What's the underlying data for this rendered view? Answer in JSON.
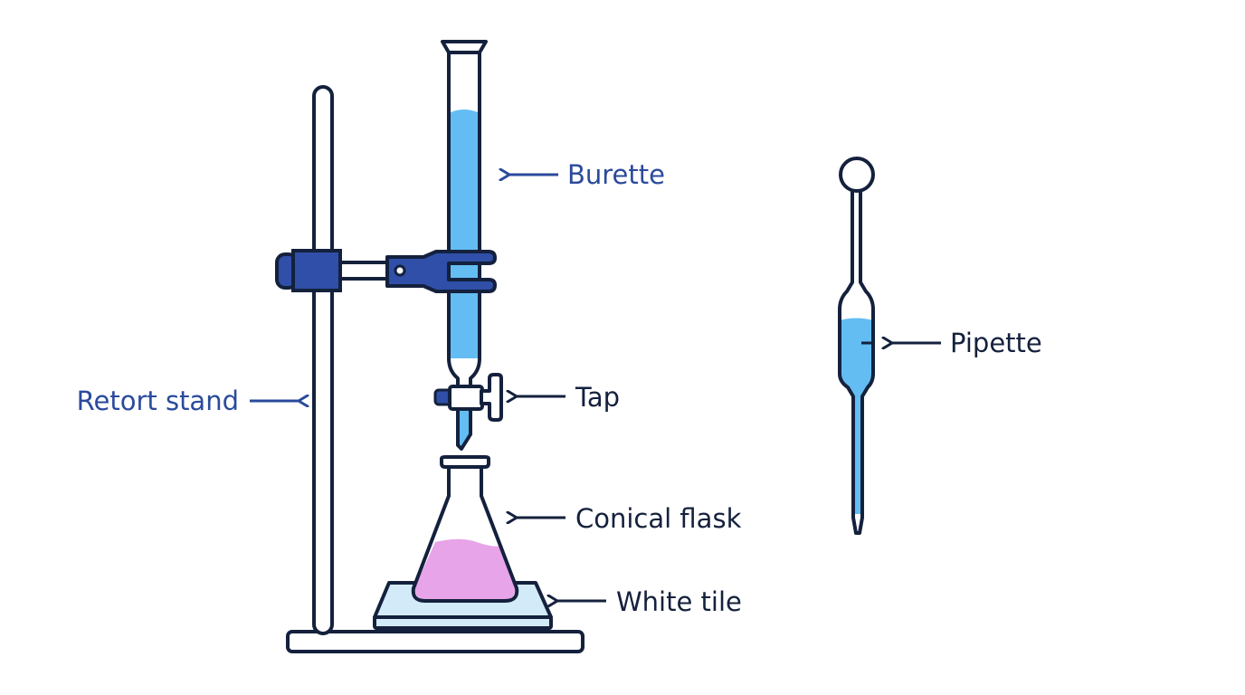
{
  "labels": {
    "burette": "Burette",
    "retort_stand": "Retort stand",
    "tap": "Tap",
    "conical_flask": "Conical flask",
    "white_tile": "White tile",
    "pipette": "Pipette"
  },
  "colors": {
    "outline": "#14213d",
    "accent_blue": "#2a4a9c",
    "clamp_blue": "#2f4fa8",
    "liquid_blue": "#63bdf2",
    "tile_fill": "#d3eaf9",
    "flask_liquid": "#e8a4e8",
    "background": "#ffffff"
  }
}
